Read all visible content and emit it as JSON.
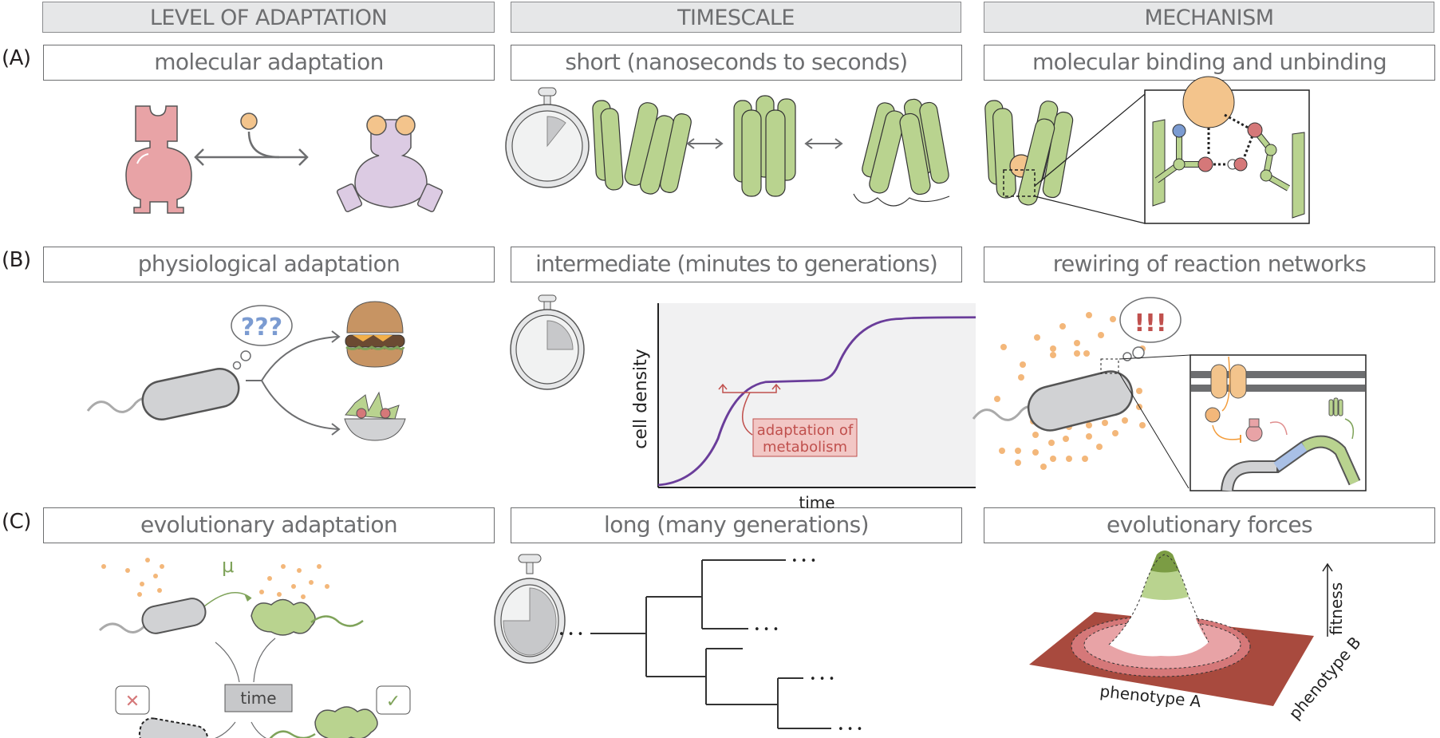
{
  "column_headers": [
    "LEVEL OF ADAPTATION",
    "TIMESCALE",
    "MECHANISM"
  ],
  "rows": [
    {
      "tag": "(A)",
      "level": "molecular adaptation",
      "timescale": "short (nanoseconds to seconds)",
      "mechanism": "molecular binding and unbinding"
    },
    {
      "tag": "(B)",
      "level": "physiological adaptation",
      "timescale": "intermediate (minutes to generations)",
      "mechanism": "rewiring of reaction networks"
    },
    {
      "tag": "(C)",
      "level": "evolutionary adaptation",
      "timescale": "long (many generations)",
      "mechanism": "evolutionary forces"
    }
  ],
  "icons": {
    "thought_question": "???",
    "thought_alarm": "!!!",
    "mutation_symbol": "μ",
    "time_box": "time",
    "ellipsis": "• • •"
  },
  "growth_curve": {
    "ylabel": "cell density",
    "xlabel": "time",
    "annotation_line1": "adaptation of",
    "annotation_line2": "metabolism",
    "curve_color": "#6a3d9a",
    "annotation_color": "#c0504d"
  },
  "fitness_landscape": {
    "axis_z": "fitness",
    "axis_x": "phenotype A",
    "axis_y": "phenotype B"
  },
  "stopwatch_fill": {
    "short": 0.1,
    "intermediate": 0.25,
    "long": 0.75
  },
  "colors": {
    "helix_green": "#b9d38f",
    "helix_dark": "#97b46c",
    "ligand_orange": "#f3c48c",
    "protein_pink": "#e8a3a6",
    "protein_purple": "#dccbe3",
    "bacterium_gray": "#d1d2d4",
    "landscape_red": "#a84a3e"
  }
}
